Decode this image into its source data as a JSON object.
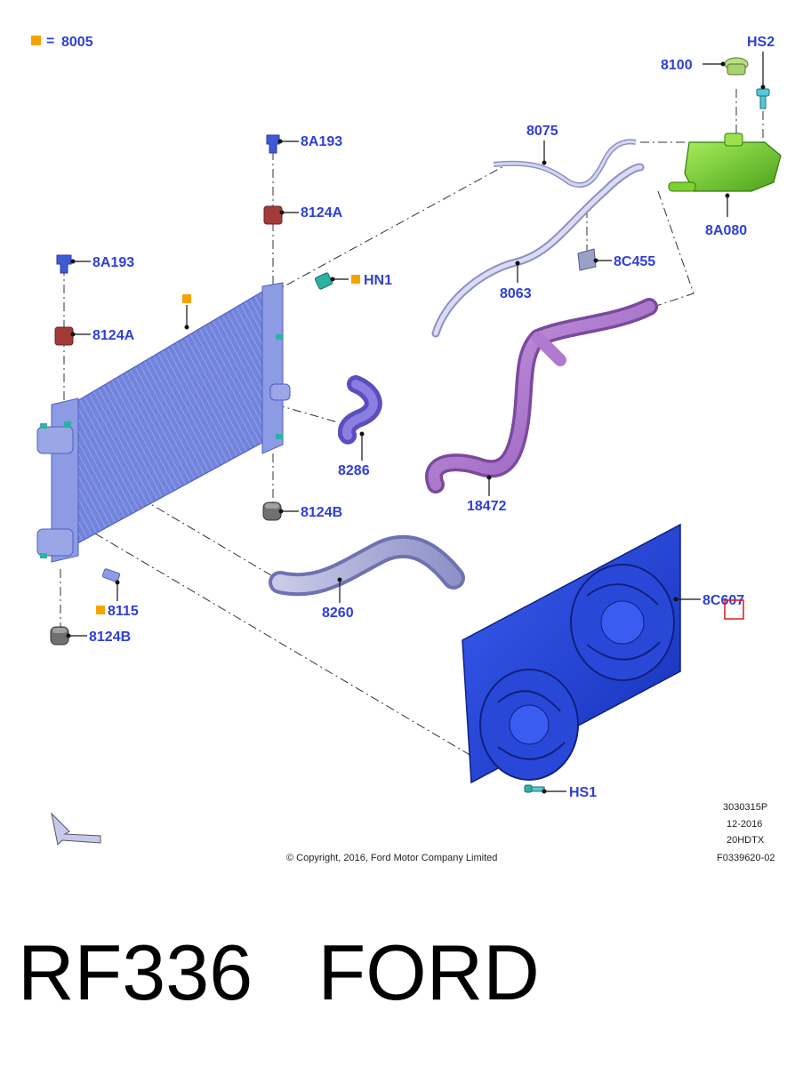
{
  "legend": {
    "equals": "=",
    "code": "8005"
  },
  "callouts": {
    "hs2": "HS2",
    "p8100": "8100",
    "p8075": "8075",
    "p8a193_top": "8A193",
    "p8124a_top": "8124A",
    "p8a080": "8A080",
    "p8a193_left": "8A193",
    "p8124a_left": "8124A",
    "p8c455": "8C455",
    "hn1": "HN1",
    "p8063": "8063",
    "p8286": "8286",
    "p18472": "18472",
    "p8124b_mid": "8124B",
    "p8c607": "8C607",
    "p8260": "8260",
    "p8115": "8115",
    "p8124b_low": "8124B",
    "hs1": "HS1"
  },
  "info": {
    "line1": "3030315P",
    "line2": "12-2016",
    "line3": "20HDTX",
    "line4": "F0339620-02"
  },
  "copyright": "© Copyright, 2016, Ford Motor Company Limited",
  "caption": "RF336   FORD",
  "colors": {
    "callout_text": "#2f3fd8",
    "legend_square": "#f5a300",
    "radiator": "#6e7fd9",
    "fan_shroud": "#2244e0",
    "hose_purple": "#b07ad0",
    "hose_lavender": "#a9acd8",
    "reservoir": "#7fd12e",
    "highlight_box": "#e01818"
  },
  "icons": {
    "legend_marker": "orange-square-icon",
    "direction_arrow": "front-arrow-icon"
  }
}
